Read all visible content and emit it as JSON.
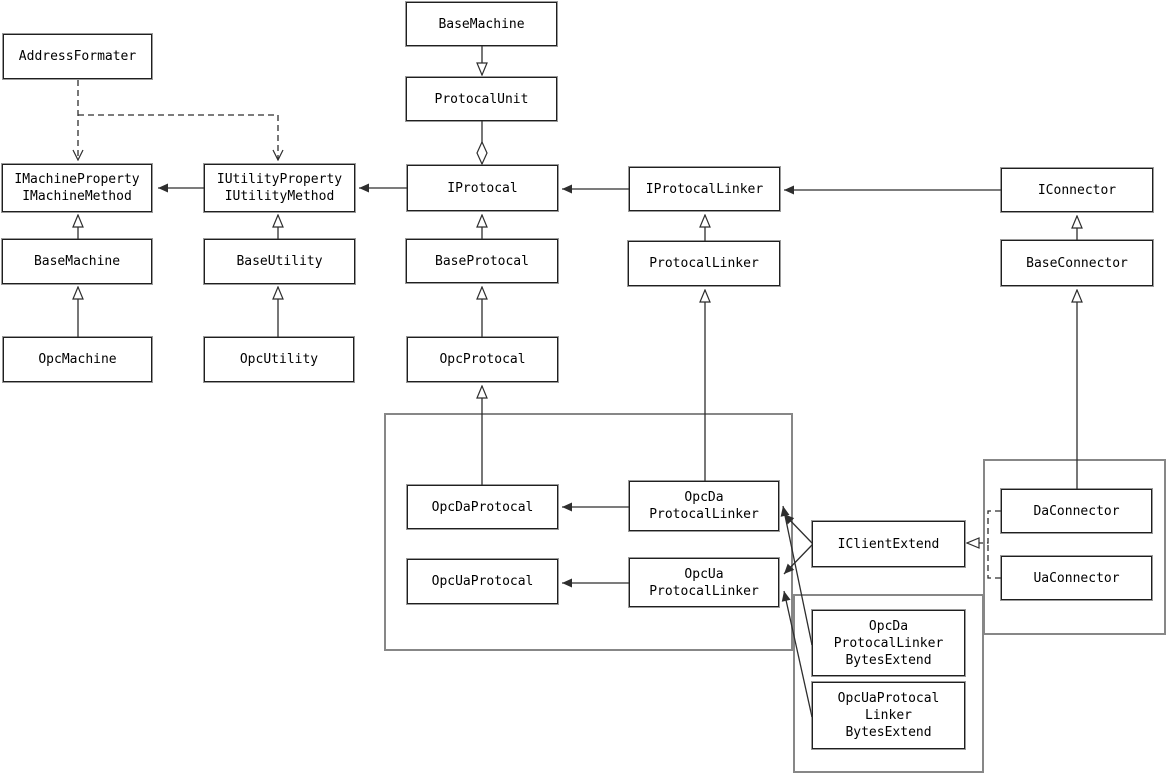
{
  "diagram": {
    "nodes": {
      "address_formater": {
        "lines": [
          "AddressFormater"
        ]
      },
      "i_machine": {
        "lines": [
          "IMachineProperty",
          "IMachineMethod"
        ]
      },
      "base_machine_left": {
        "lines": [
          "BaseMachine"
        ]
      },
      "opc_machine": {
        "lines": [
          "OpcMachine"
        ]
      },
      "i_utility": {
        "lines": [
          "IUtilityProperty",
          "IUtilityMethod"
        ]
      },
      "base_utility": {
        "lines": [
          "BaseUtility"
        ]
      },
      "opc_utility": {
        "lines": [
          "OpcUtility"
        ]
      },
      "base_machine_top": {
        "lines": [
          "BaseMachine"
        ]
      },
      "protocal_unit": {
        "lines": [
          "ProtocalUnit"
        ]
      },
      "i_protocal": {
        "lines": [
          "IProtocal"
        ]
      },
      "base_protocal": {
        "lines": [
          "BaseProtocal"
        ]
      },
      "opc_protocal": {
        "lines": [
          "OpcProtocal"
        ]
      },
      "i_protocal_linker": {
        "lines": [
          "IProtocalLinker"
        ]
      },
      "protocal_linker": {
        "lines": [
          "ProtocalLinker"
        ]
      },
      "i_connector": {
        "lines": [
          "IConnector"
        ]
      },
      "base_connector": {
        "lines": [
          "BaseConnector"
        ]
      },
      "opc_da_protocal": {
        "lines": [
          "OpcDaProtocal"
        ]
      },
      "opc_ua_protocal": {
        "lines": [
          "OpcUaProtocal"
        ]
      },
      "opc_da_protocal_linker": {
        "lines": [
          "OpcDa",
          "ProtocalLinker"
        ]
      },
      "opc_ua_protocal_linker": {
        "lines": [
          "OpcUa",
          "ProtocalLinker"
        ]
      },
      "i_client_extend": {
        "lines": [
          "IClientExtend"
        ]
      },
      "da_connector": {
        "lines": [
          "DaConnector"
        ]
      },
      "ua_connector": {
        "lines": [
          "UaConnector"
        ]
      },
      "opc_da_bytes_extend": {
        "lines": [
          "OpcDa",
          "ProtocalLinker",
          "BytesExtend"
        ]
      },
      "opc_ua_bytes_extend": {
        "lines": [
          "OpcUaProtocal",
          "Linker",
          "BytesExtend"
        ]
      }
    },
    "edges": [
      {
        "from": "AddressFormater",
        "to": "IMachineProperty/IMachineMethod",
        "type": "dependency-dashed"
      },
      {
        "from": "AddressFormater",
        "to": "IUtilityProperty/IUtilityMethod",
        "type": "dependency-dashed"
      },
      {
        "from": "IUtilityProperty/IUtilityMethod",
        "to": "IMachineProperty/IMachineMethod",
        "type": "association"
      },
      {
        "from": "IProtocal",
        "to": "IUtilityProperty/IUtilityMethod",
        "type": "association"
      },
      {
        "from": "IProtocalLinker",
        "to": "IProtocal",
        "type": "association"
      },
      {
        "from": "IConnector",
        "to": "IProtocalLinker",
        "type": "association"
      },
      {
        "from": "BaseMachine",
        "to": "IMachineProperty/IMachineMethod",
        "type": "generalization"
      },
      {
        "from": "OpcMachine",
        "to": "BaseMachine",
        "type": "generalization"
      },
      {
        "from": "BaseUtility",
        "to": "IUtilityProperty/IUtilityMethod",
        "type": "generalization"
      },
      {
        "from": "OpcUtility",
        "to": "BaseUtility",
        "type": "generalization"
      },
      {
        "from": "BaseMachine",
        "to": "ProtocalUnit",
        "type": "generalization-down"
      },
      {
        "from": "ProtocalUnit",
        "to": "IProtocal",
        "type": "aggregation"
      },
      {
        "from": "BaseProtocal",
        "to": "IProtocal",
        "type": "generalization"
      },
      {
        "from": "OpcProtocal",
        "to": "BaseProtocal",
        "type": "generalization"
      },
      {
        "from": "OpcDaProtocal",
        "to": "OpcProtocal",
        "type": "generalization"
      },
      {
        "from": "ProtocalLinker",
        "to": "IProtocalLinker",
        "type": "generalization"
      },
      {
        "from": "OpcDaProtocalLinker",
        "to": "ProtocalLinker",
        "type": "generalization"
      },
      {
        "from": "BaseConnector",
        "to": "IConnector",
        "type": "generalization"
      },
      {
        "from": "DaConnector",
        "to": "BaseConnector",
        "type": "generalization"
      },
      {
        "from": "OpcDaProtocalLinker",
        "to": "OpcDaProtocal",
        "type": "association"
      },
      {
        "from": "OpcUaProtocalLinker",
        "to": "OpcUaProtocal",
        "type": "association"
      },
      {
        "from": "IClientExtend",
        "to": "OpcDaProtocalLinker",
        "type": "association"
      },
      {
        "from": "IClientExtend",
        "to": "OpcUaProtocalLinker",
        "type": "association"
      },
      {
        "from": "OpcDaProtocalLinkerBytesExtend",
        "to": "OpcDaProtocalLinker",
        "type": "association"
      },
      {
        "from": "OpcUaProtocalLinkerBytesExtend",
        "to": "OpcUaProtocalLinker",
        "type": "association"
      },
      {
        "from": "DaConnector",
        "to": "IClientExtend",
        "type": "realization-dashed"
      },
      {
        "from": "UaConnector",
        "to": "IClientExtend",
        "type": "realization-dashed"
      }
    ],
    "colors": {
      "line": "#2e2e2e",
      "box_border": "#1f1f1f",
      "box_border_outer": "#9a9a9a",
      "group_border": "#878787",
      "background": "#ffffff"
    }
  }
}
